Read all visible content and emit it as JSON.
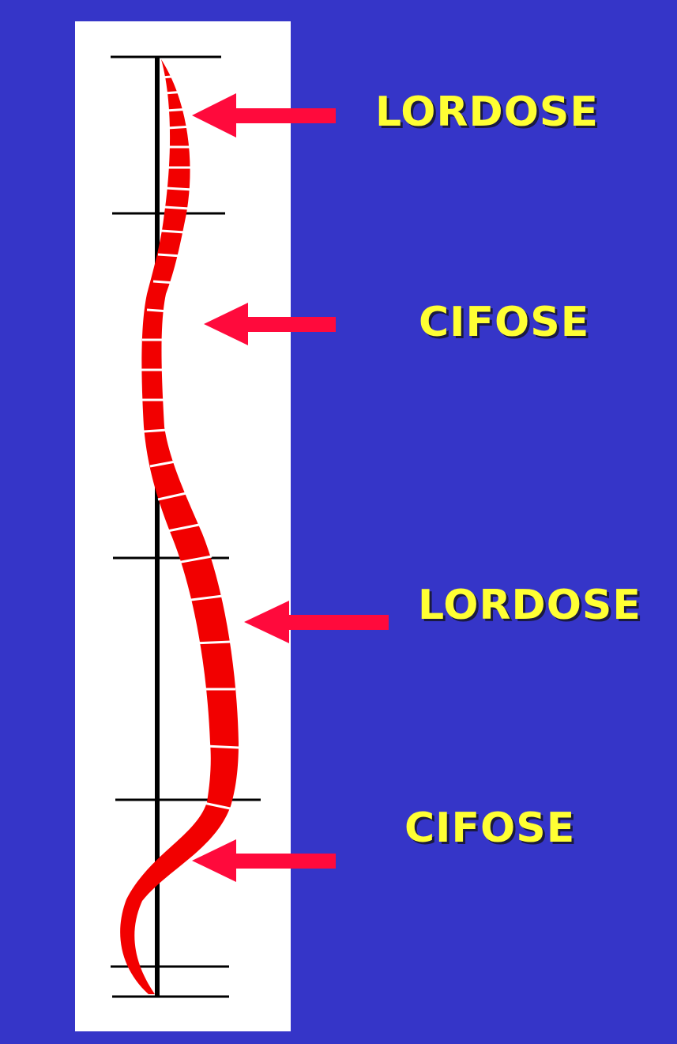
{
  "labels": {
    "lordose_cervical": "LORDOSE",
    "cifose_toracica": "CIFOSE",
    "lordose_lombar": "LORDOSE",
    "cifose_sacral": "CIFOSE"
  },
  "colors": {
    "background": "#3535c8",
    "panel": "#ffffff",
    "spine": "#f20000",
    "arrow": "#ff0a3c",
    "label": "#ffff33",
    "axis": "#000000"
  }
}
